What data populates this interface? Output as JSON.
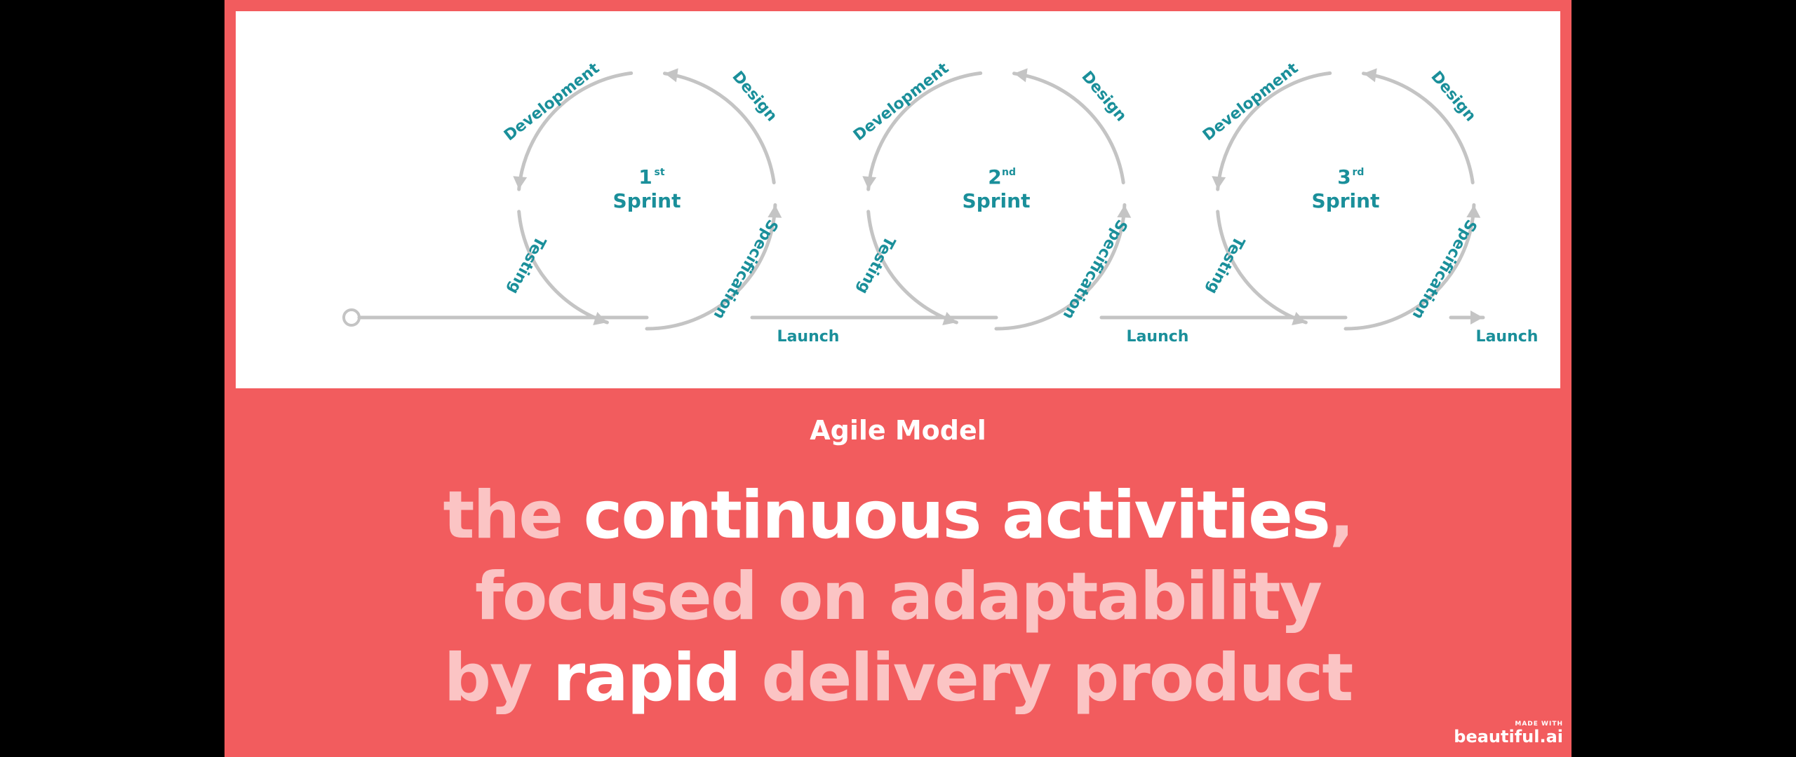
{
  "diagram": {
    "sprints": [
      {
        "num": "1",
        "sup": "st",
        "word": "Sprint"
      },
      {
        "num": "2",
        "sup": "nd",
        "word": "Sprint"
      },
      {
        "num": "3",
        "sup": "rd",
        "word": "Sprint"
      }
    ],
    "phases": {
      "development": "Development",
      "design": "Design",
      "testing": "Testing",
      "specification": "Specification",
      "launch": "Launch"
    }
  },
  "subtitle": "Agile Model",
  "headline": {
    "line1": {
      "a": "the ",
      "b": "continuous activities",
      "c": ","
    },
    "line2": {
      "a": "focused on adaptability"
    },
    "line3": {
      "a": "by ",
      "b": "rapid",
      "c": " delivery product"
    }
  },
  "badge": {
    "small": "MADE WITH",
    "brand": "beautiful.ai"
  },
  "colors": {
    "background": "#f25c5e",
    "panel": "#ffffff",
    "accent_teal": "#1a8f9a",
    "track_gray": "#c4c4c4",
    "text_muted": "#fbc4c4",
    "text_bright": "#ffffff"
  }
}
